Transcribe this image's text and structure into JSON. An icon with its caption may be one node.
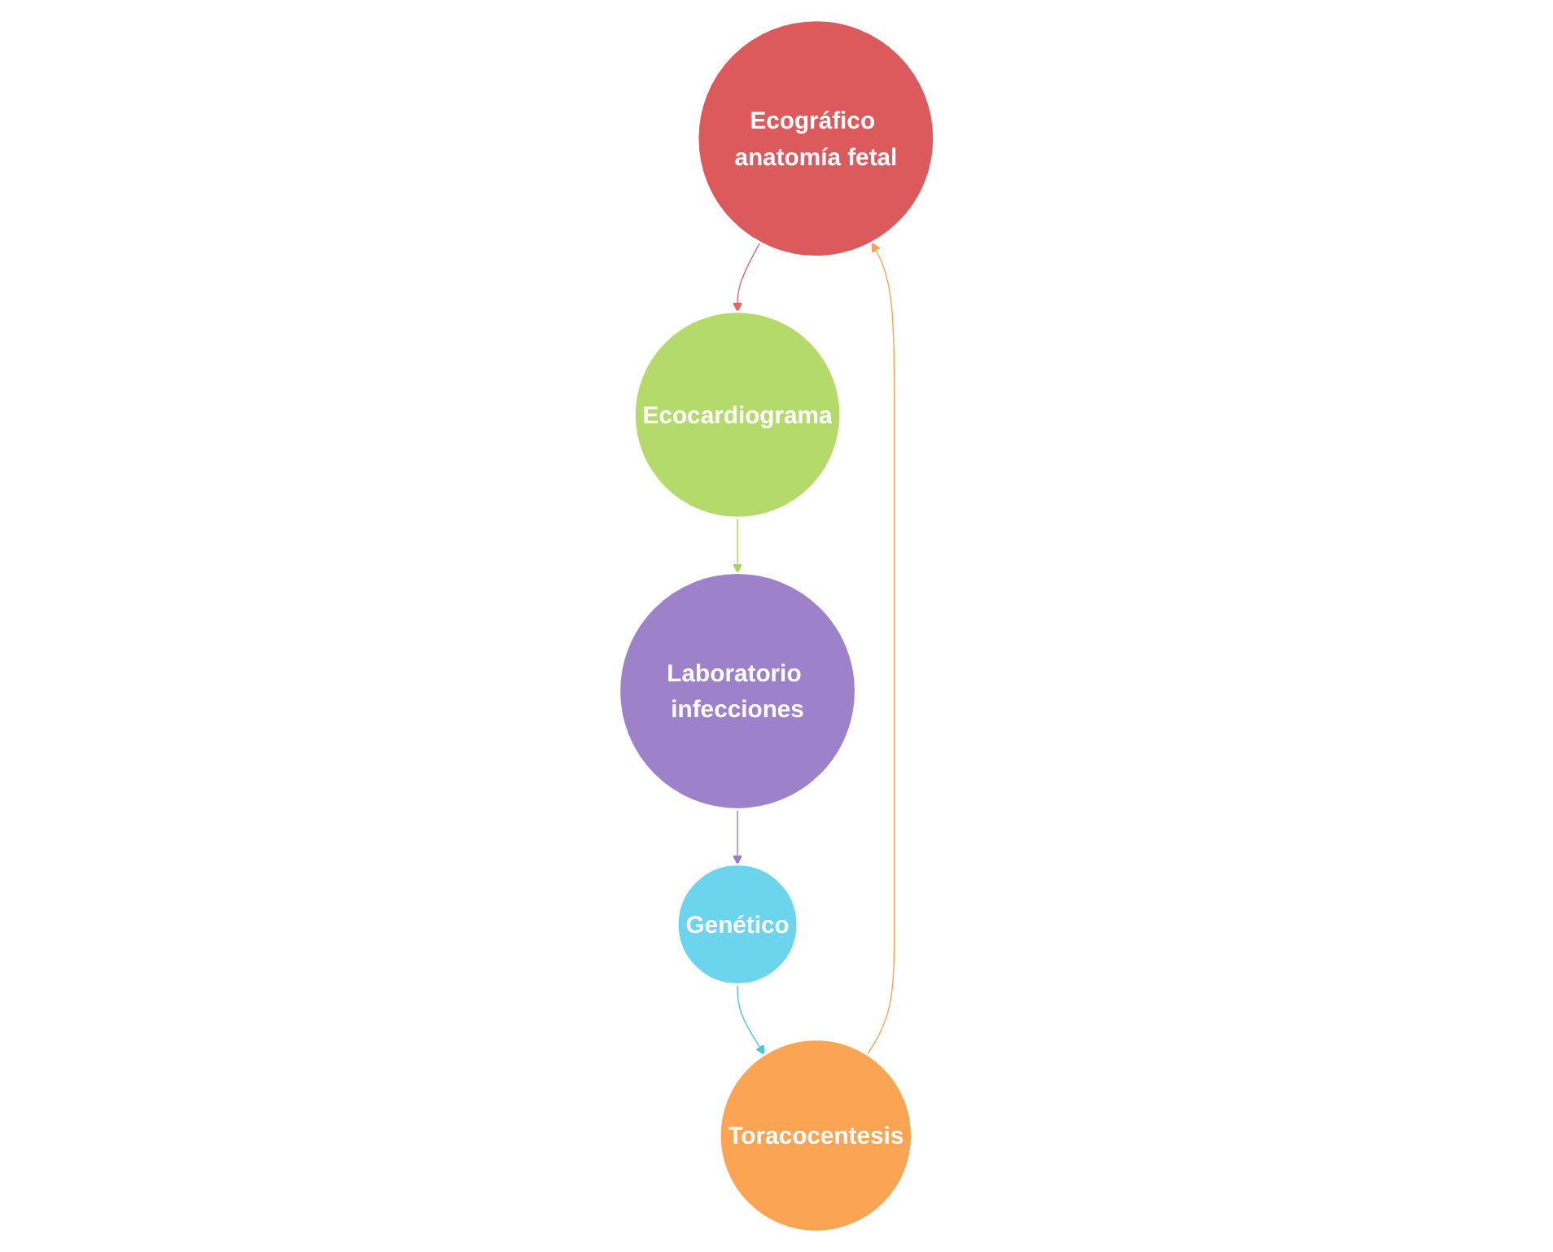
{
  "diagram": {
    "nodes": [
      {
        "text": [
          "Ecográfico anatomía fetal"
        ]
      },
      {
        "text": [
          "Ecocardiograma"
        ]
      },
      {
        "text": [
          "Laboratorio infecciones"
        ]
      },
      {
        "text": [
          "Genético"
        ]
      },
      {
        "text": [
          "Toracocentesis"
        ]
      }
    ],
    "edges": [
      {
        "from": 0,
        "to": 1,
        "arrow": "to",
        "color": "#e06666"
      },
      {
        "from": 1,
        "to": 2,
        "arrow": "to",
        "color": "#a8d45a"
      },
      {
        "from": 2,
        "to": 3,
        "arrow": "to",
        "color": "#9a7cc4"
      },
      {
        "from": 3,
        "to": 4,
        "arrow": "to",
        "color": "#4cc3e0"
      },
      {
        "from": 4,
        "to": 0,
        "arrow": "to",
        "color": "#f9a050"
      }
    ]
  }
}
